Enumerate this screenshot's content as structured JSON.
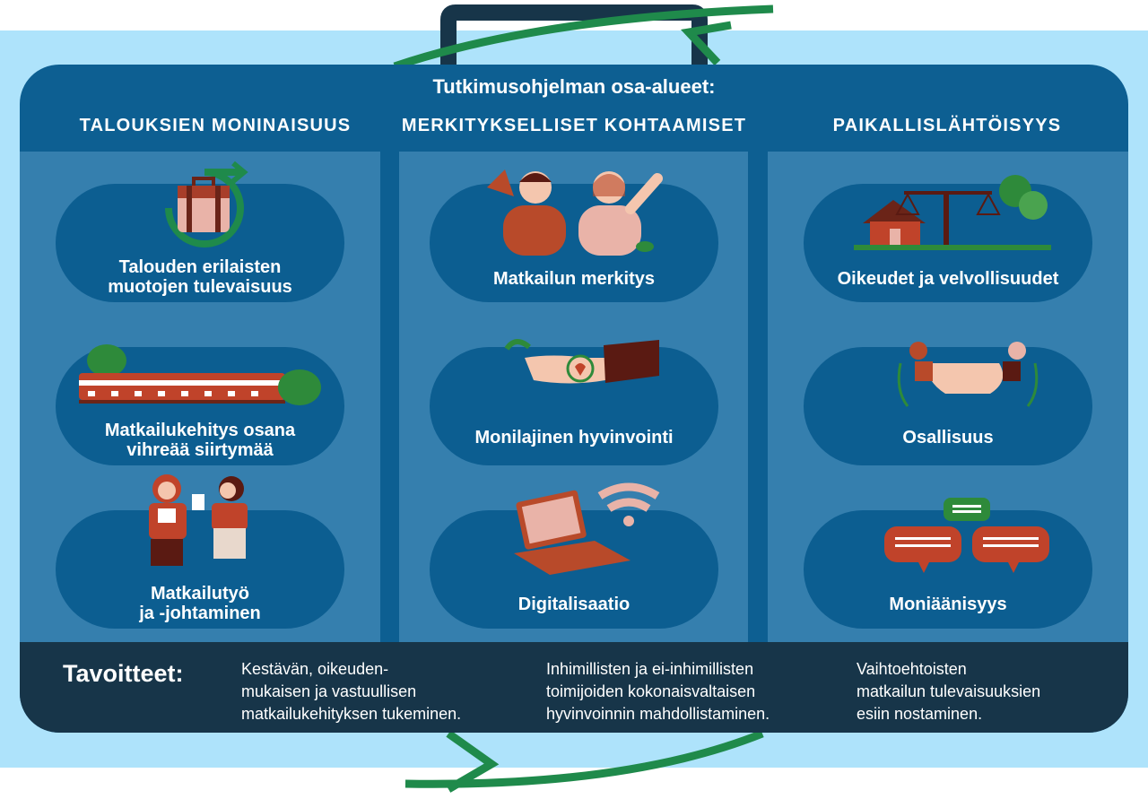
{
  "title": "Tutkimusohjelman osa-alueet:",
  "colors": {
    "band": "#aee3fb",
    "panel": "#0d5f92",
    "column": "#357fae",
    "pill": "#0c5e91",
    "footer": "#173549",
    "arrow": "#1f8a4b",
    "accent": "#b84a2a"
  },
  "columns": [
    {
      "heading": "TALOUKSIEN MONINAISUUS",
      "items": [
        {
          "line1": "Talouden erilaisten",
          "line2": "muotojen tulevaisuus",
          "icon": "briefcase-cycle-icon"
        },
        {
          "line1": "Matkailukehitys osana",
          "line2": "vihreää siirtymää",
          "icon": "train-leaves-icon"
        },
        {
          "line1": "Matkailutyö",
          "line2": "ja -johtaminen",
          "icon": "workers-icon"
        }
      ]
    },
    {
      "heading": "MERKITYKSELLISET KOHTAAMISET",
      "items": [
        {
          "line1": "Matkailun merkitys",
          "line2": "",
          "icon": "people-waving-icon"
        },
        {
          "line1": "Monilajinen hyvinvointi",
          "line2": "",
          "icon": "hand-heart-icon"
        },
        {
          "line1": "Digitalisaatio",
          "line2": "",
          "icon": "laptop-wifi-icon"
        }
      ]
    },
    {
      "heading": "PAIKALLISLÄHTÖISYYS",
      "items": [
        {
          "line1": "Oikeudet ja velvollisuudet",
          "line2": "",
          "icon": "house-scales-icon"
        },
        {
          "line1": "Osallisuus",
          "line2": "",
          "icon": "handshake-icon"
        },
        {
          "line1": "Moniäänisyys",
          "line2": "",
          "icon": "speech-bubbles-icon"
        }
      ]
    }
  ],
  "footer": {
    "title": "Tavoitteet:",
    "goals": [
      {
        "l1": "Kestävän, oikeuden-",
        "l2": "mukaisen ja vastuullisen",
        "l3": "matkailukehityksen tukeminen."
      },
      {
        "l1": "Inhimillisten ja ei-inhimillisten",
        "l2": "toimijoiden kokonaisvaltaisen",
        "l3": "hyvinvoinnin mahdollistaminen."
      },
      {
        "l1": "Vaihtoehtoisten",
        "l2": "matkailun tulevaisuuksien",
        "l3": "esiin nostaminen."
      }
    ]
  }
}
